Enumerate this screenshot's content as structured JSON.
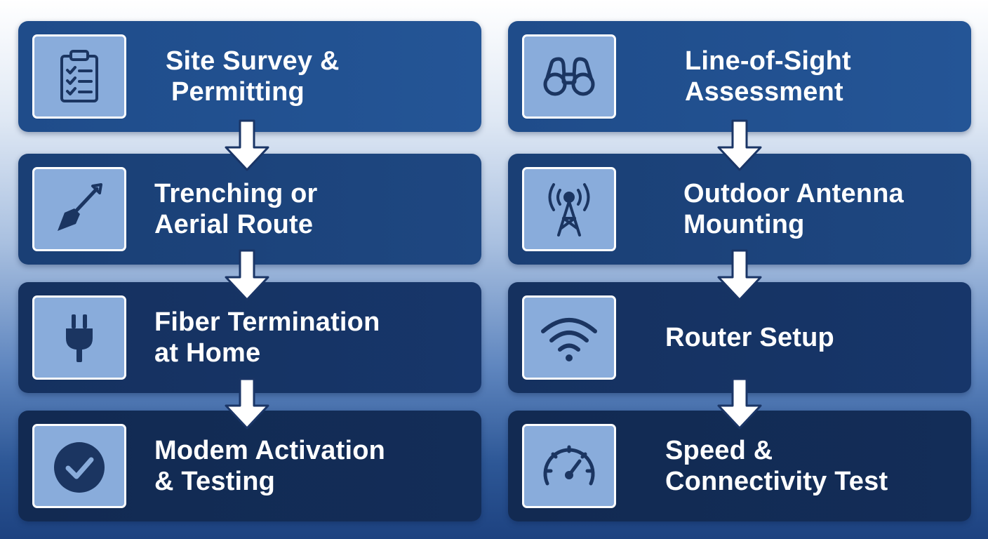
{
  "diagram": {
    "left_column": [
      {
        "line1": "Site Survey &",
        "line2": "Permitting",
        "icon": "clipboard-checklist-icon"
      },
      {
        "line1": "Trenching or",
        "line2": "Aerial Route",
        "icon": "shovel-icon"
      },
      {
        "line1": "Fiber Termination",
        "line2": "at Home",
        "icon": "plug-icon"
      },
      {
        "line1": "Modem Activation",
        "line2": "& Testing",
        "icon": "checkmark-circle-icon"
      }
    ],
    "right_column": [
      {
        "line1": "Line-of-Sight",
        "line2": "Assessment",
        "icon": "binoculars-icon"
      },
      {
        "line1": "Outdoor Antenna",
        "line2": "Mounting",
        "icon": "antenna-tower-icon"
      },
      {
        "line1": "Router Setup",
        "line2": "",
        "icon": "wifi-icon"
      },
      {
        "line1": "Speed &",
        "line2": "Connectivity Test",
        "icon": "speedometer-icon"
      }
    ],
    "colors": {
      "card_top": "#245596",
      "card_bottom": "#132d58",
      "icon_tile": "#89acdb",
      "text": "#ffffff",
      "arrow_fill": "#ffffff",
      "arrow_stroke": "#1a3566"
    }
  }
}
